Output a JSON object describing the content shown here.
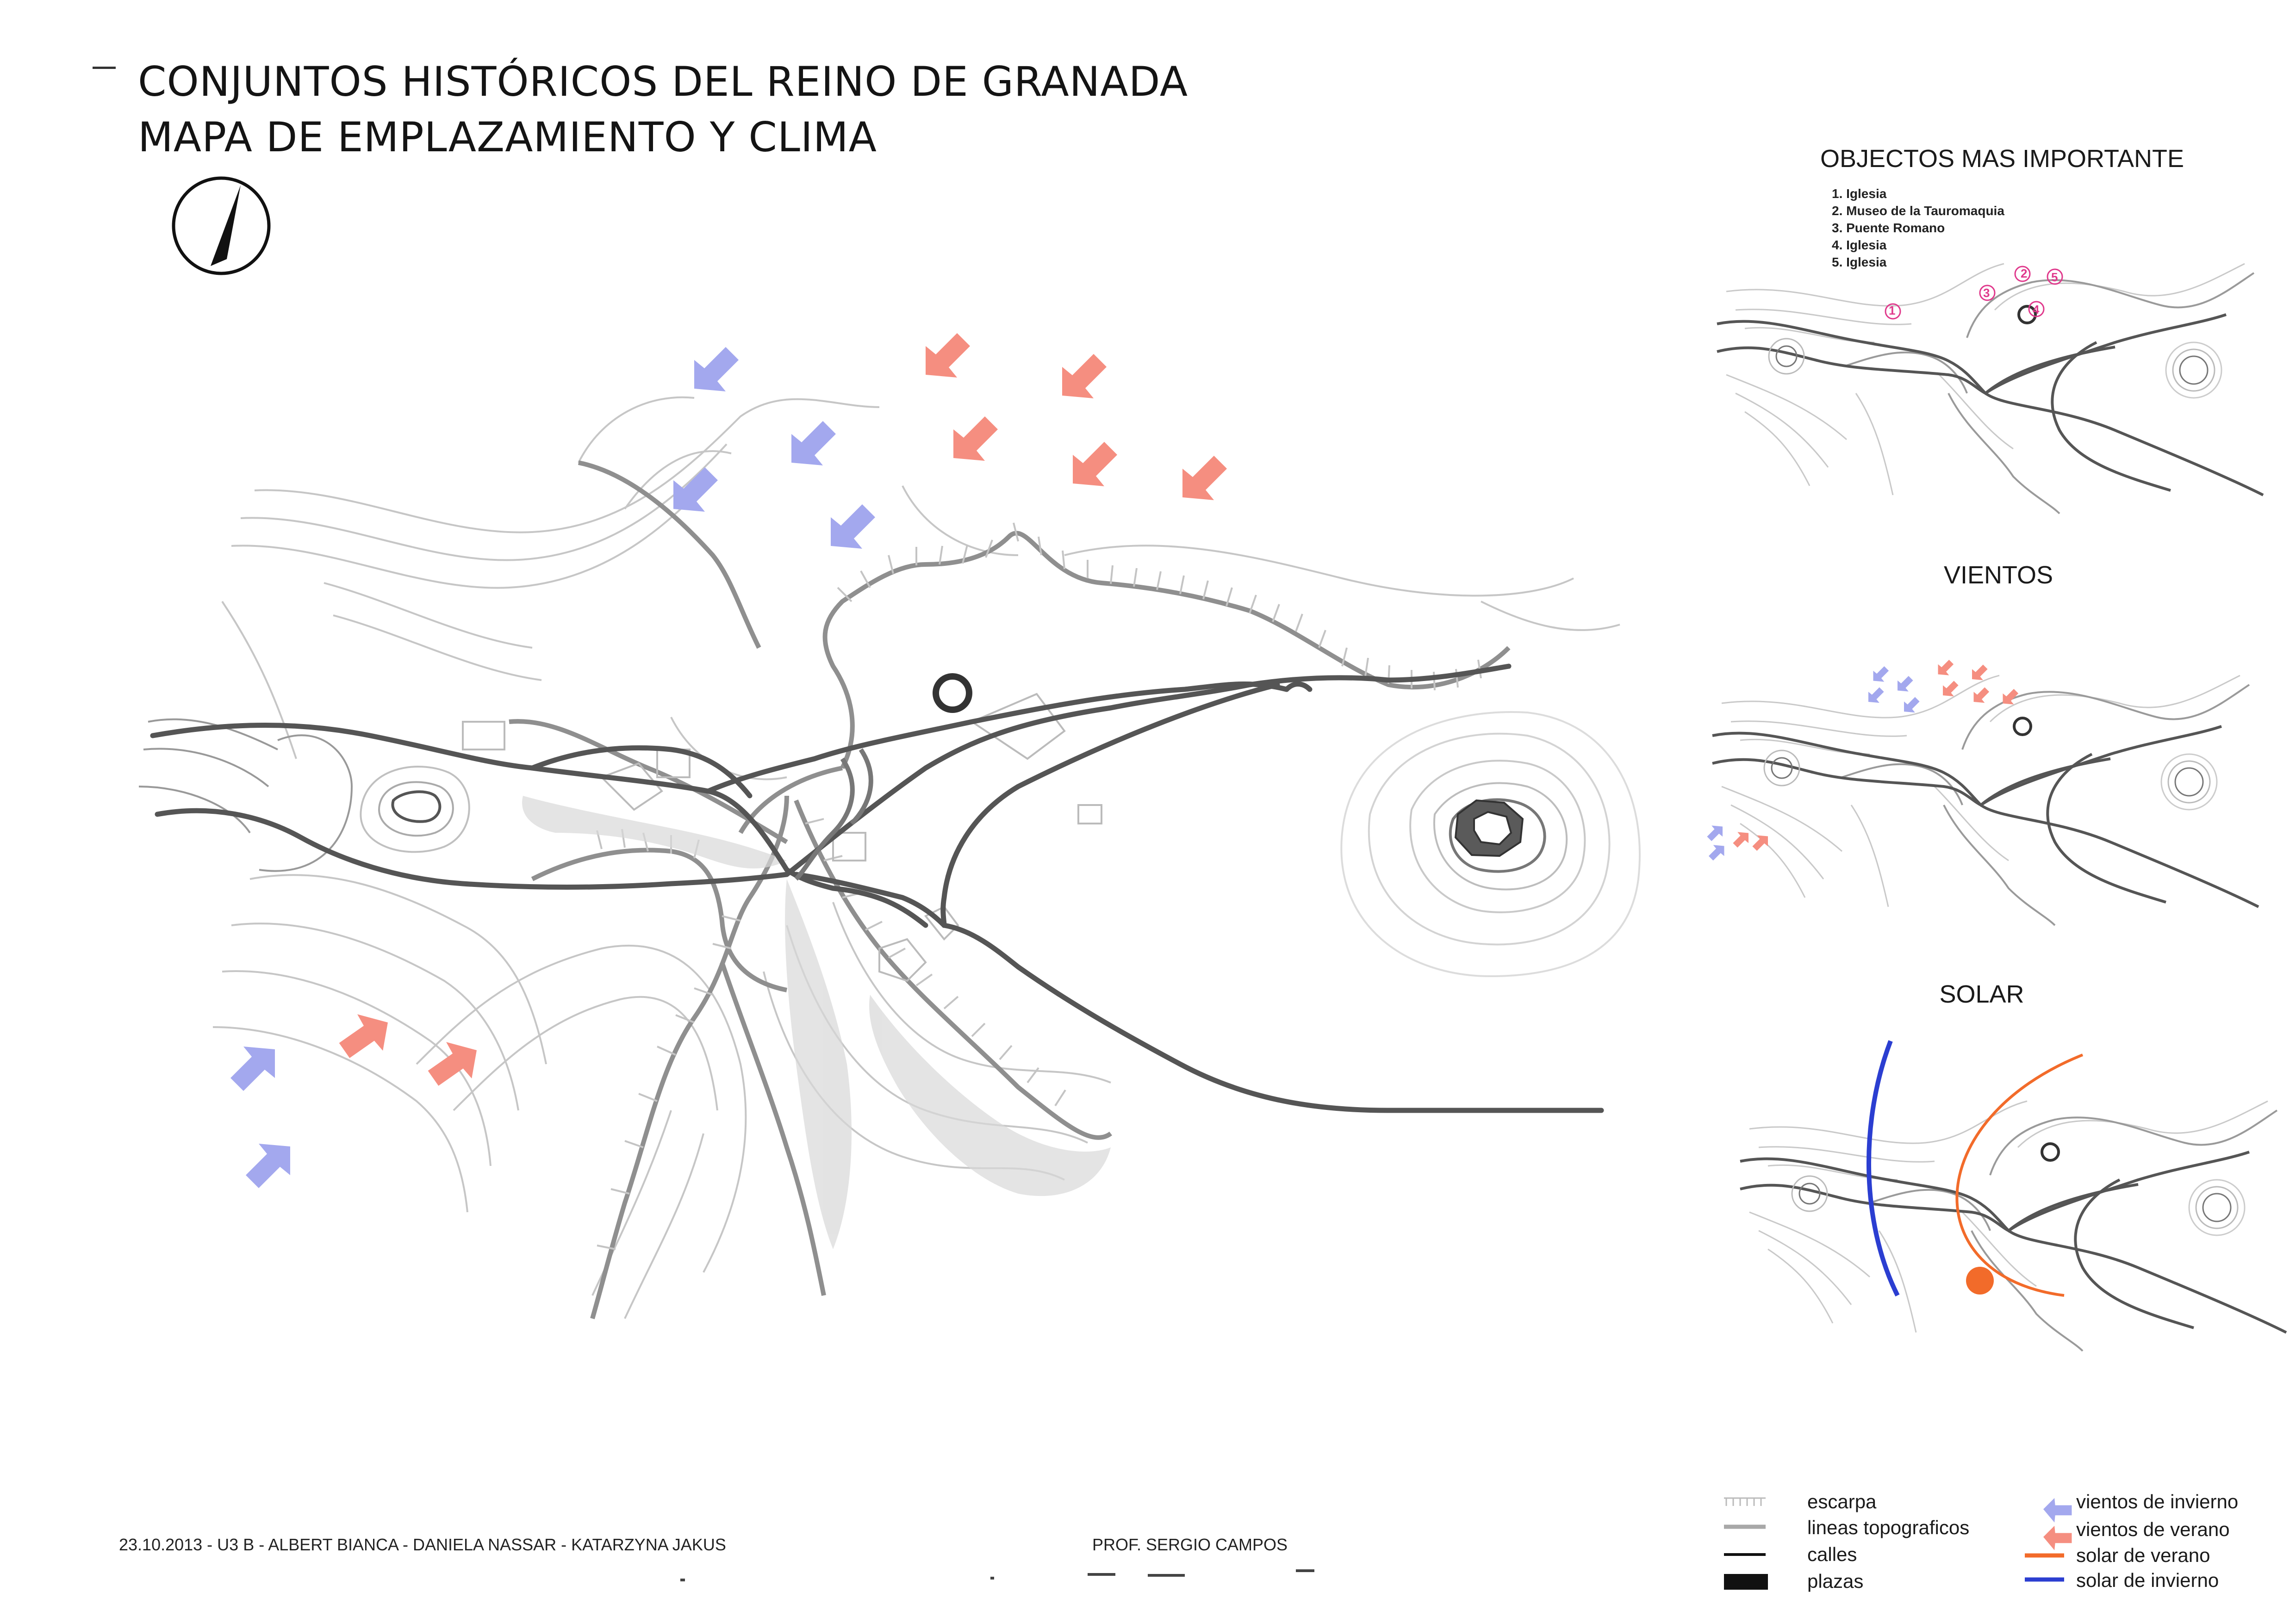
{
  "header": {
    "title_line1": "CONJUNTOS HISTÓRICOS DEL REINO DE GRANADA",
    "title_line2": "MAPA DE EMPLAZAMIENTO Y CLIMA"
  },
  "panels": {
    "objects": {
      "title": "OBJECTOS MAS IMPORTANTE",
      "items": [
        "1. Iglesia",
        "2. Museo de la Tauromaquia",
        "3. Puente Romano",
        "4. Iglesia",
        "5. Iglesia"
      ],
      "markers": [
        "1",
        "2",
        "3",
        "4",
        "5"
      ]
    },
    "winds": {
      "title": "VIENTOS"
    },
    "solar": {
      "title": "SOLAR"
    }
  },
  "legend": {
    "escarpa": "escarpa",
    "topo": "lineas topograficos",
    "calles": "calles",
    "plazas": "plazas",
    "winter_wind": "vientos de invierno",
    "summer_wind": "vientos de verano",
    "summer_sun": "solar de verano",
    "winter_sun": "solar de invierno"
  },
  "footer": {
    "credits": "23.10.2013  -  U3 B  -  ALBERT BIANCA   -  DANIELA NASSAR  -  KATARZYNA JAKUS",
    "professor": "PROF. SERGIO CAMPOS"
  },
  "colors": {
    "winter_wind": "#a3a8ee",
    "summer_wind": "#f58e80",
    "summer_sun": "#f26b2a",
    "winter_sun": "#2b3ed1",
    "marker": "#e0398c",
    "road": "#555555",
    "topo": "#bcbcbc"
  },
  "icons": {
    "north": "north-arrow-icon"
  }
}
